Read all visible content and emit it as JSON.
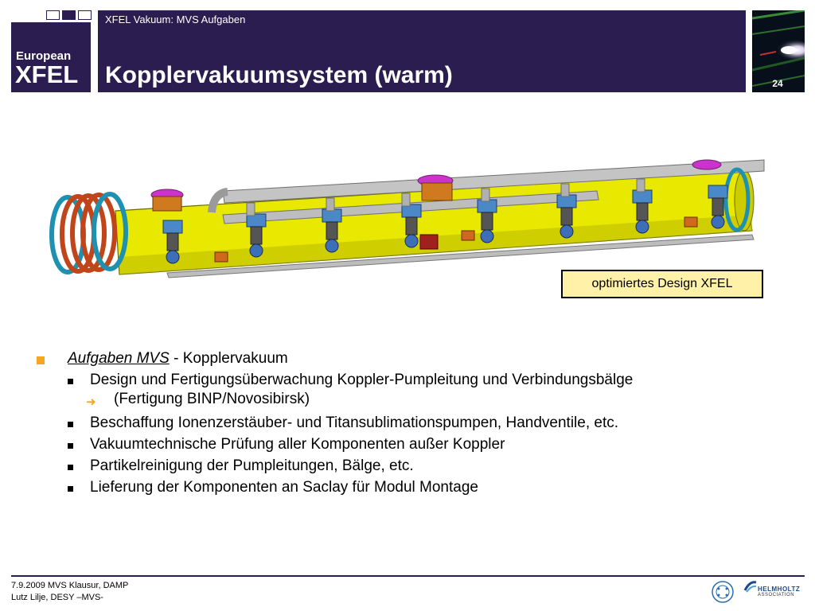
{
  "header": {
    "logo_line1": "European",
    "logo_line2": "XFEL",
    "subtitle": "XFEL Vakuum: MVS Aufgaben",
    "title": "Kopplervakuumsystem (warm)",
    "page_number": "24"
  },
  "figure": {
    "caption": "optimiertes Design XFEL"
  },
  "bullets": {
    "level1_underlined": "Aufgaben MVS",
    "level1_rest": " - Kopplervakuum",
    "items": [
      "Design und Fertigungsüberwachung Koppler-Pumpleitung und Verbindungsbälge",
      "Beschaffung Ionenzerstäuber- und Titansublimationspumpen, Handventile, etc.",
      "Vakuumtechnische Prüfung aller Komponenten außer Koppler",
      "Partikelreinigung der Pumpleitungen, Bälge, etc.",
      "Lieferung der Komponenten an Saclay für Modul Montage"
    ],
    "sub_item": "(Fertigung BINP/Novosibirsk)"
  },
  "footer": {
    "line1": "7.9.2009 MVS Klausur, DAMP",
    "line2": "Lutz Lilje, DESY –MVS-",
    "helmholtz_line1": "HELMHOLTZ",
    "helmholtz_line2": "ASSOCIATION"
  },
  "colors": {
    "brand_navy": "#2b1d4f",
    "bullet_orange": "#f5a623",
    "caption_fill": "#fff1a8",
    "cryostat_yellow": "#e8e800"
  },
  "icons": [
    "european-xfel-logo",
    "desy-logo-icon",
    "helmholtz-logo-icon"
  ]
}
